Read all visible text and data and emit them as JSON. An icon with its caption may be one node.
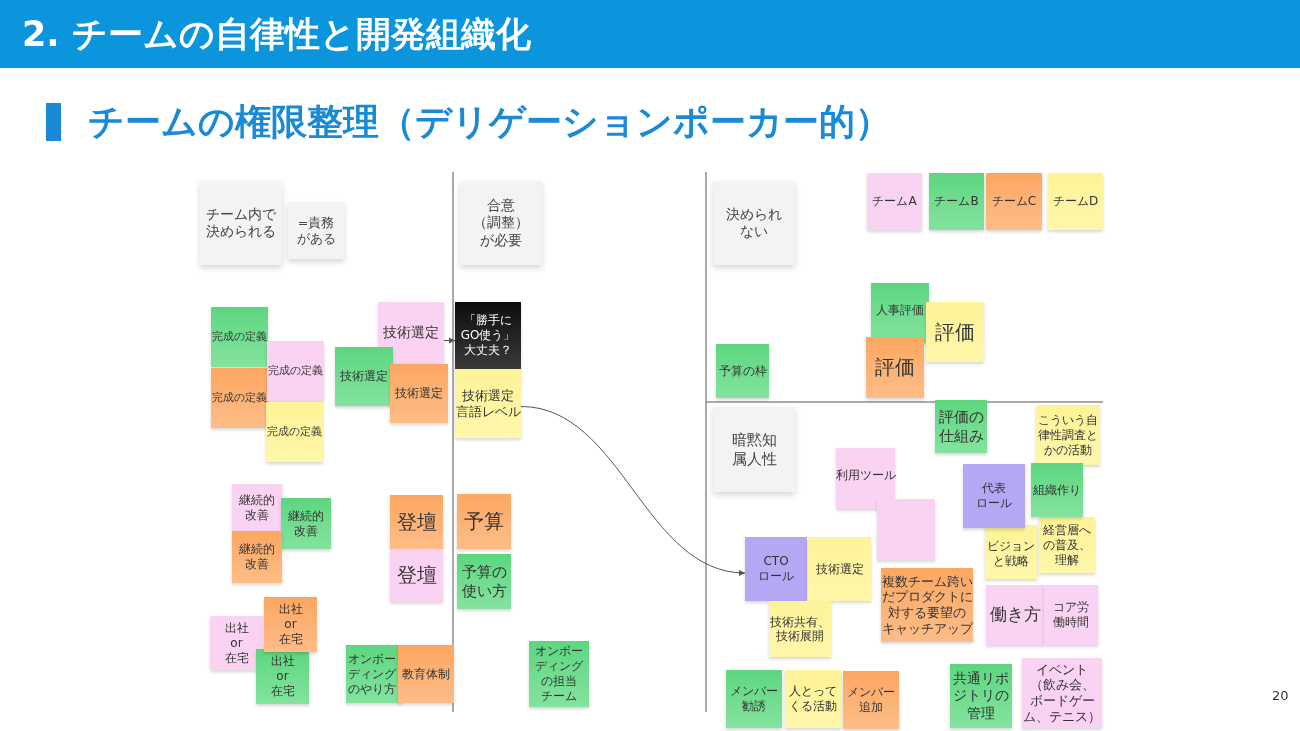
{
  "diagram": {
    "title": "2. チームの自律性と開発組織化",
    "nodes": [
      {
        "text": [
          "チーム内で決められる"
        ]
      },
      {
        "text": [
          "=責務がある"
        ]
      },
      {
        "text": [
          "完成の定義"
        ]
      },
      {
        "text": [
          "完成の定義"
        ]
      },
      {
        "text": [
          "完成の定義"
        ]
      },
      {
        "text": [
          "完成の定義"
        ]
      },
      {
        "text": [
          "技術選定"
        ]
      },
      {
        "text": [
          "技術選定"
        ]
      },
      {
        "text": [
          "技術選定"
        ]
      },
      {
        "text": [
          "継続的改善"
        ]
      },
      {
        "text": [
          "継続的改善"
        ]
      },
      {
        "text": [
          "継続的改善"
        ]
      },
      {
        "text": [
          "登壇"
        ]
      },
      {
        "text": [
          "登壇"
        ]
      },
      {
        "text": [
          "出社 or 在宅"
        ]
      },
      {
        "text": [
          "出社 or 在宅"
        ]
      },
      {
        "text": [
          "出社 or 在宅"
        ]
      },
      {
        "text": [
          "オンボーディングのやり方"
        ]
      },
      {
        "text": [
          "教育体制"
        ]
      },
      {
        "text": [
          "合意（調整）が必要"
        ]
      },
      {
        "text": [
          "「勝手にGO使う」大丈夫？"
        ]
      },
      {
        "text": [
          "技術選定言語レベル"
        ]
      },
      {
        "text": [
          "予算"
        ]
      },
      {
        "text": [
          "予算の使い方"
        ]
      },
      {
        "text": [
          "オンボーディングの担当チーム"
        ]
      },
      {
        "text": [
          "決められない"
        ]
      },
      {
        "text": [
          "チームA"
        ]
      },
      {
        "text": [
          "チームB"
        ]
      },
      {
        "text": [
          "チームC"
        ]
      },
      {
        "text": [
          "チームD"
        ]
      },
      {
        "text": [
          "人事評価"
        ]
      },
      {
        "text": [
          "評価"
        ]
      },
      {
        "text": [
          "予算の枠"
        ]
      },
      {
        "text": [
          "評価"
        ]
      },
      {
        "text": [
          "暗黙知属人性"
        ]
      },
      {
        "text": [
          "評価の仕組み"
        ]
      },
      {
        "text": [
          "こういう自律性調査とかの活動"
        ]
      },
      {
        "text": [
          "利用ツール"
        ]
      },
      {
        "text": [
          "代表ロール"
        ]
      },
      {
        "text": [
          "組織作り"
        ]
      },
      {
        "text": [],
        "shape": "box"
      },
      {
        "text": [
          "ビジョンと戦略"
        ]
      },
      {
        "text": [
          "経営層への普及、理解"
        ]
      },
      {
        "text": [
          "CTOロール"
        ]
      },
      {
        "text": [
          "技術選定"
        ]
      },
      {
        "text": [
          "複数チーム跨いだプロダクトに対する要望のキャッチアップ"
        ]
      },
      {
        "text": [
          "働き方"
        ]
      },
      {
        "text": [
          "コア労働時間"
        ]
      },
      {
        "text": [
          "技術共有、技術展開"
        ]
      },
      {
        "text": [
          "メンバー勧誘"
        ]
      },
      {
        "text": [
          "人とってくる活動"
        ]
      },
      {
        "text": [
          "メンバー追加"
        ]
      },
      {
        "text": [
          "共通リポジトリの管理"
        ]
      },
      {
        "text": [
          "イベント（飲み会、ボードゲーム、テニス）"
        ]
      }
    ],
    "edges": [
      {
        "from": 6,
        "to": 20,
        "arrow": "to"
      },
      {
        "from": 21,
        "to": 43,
        "arrow": "to"
      }
    ],
    "labels": [
      "チームの権限整理（デリゲーションポーカー的）",
      "20"
    ]
  }
}
